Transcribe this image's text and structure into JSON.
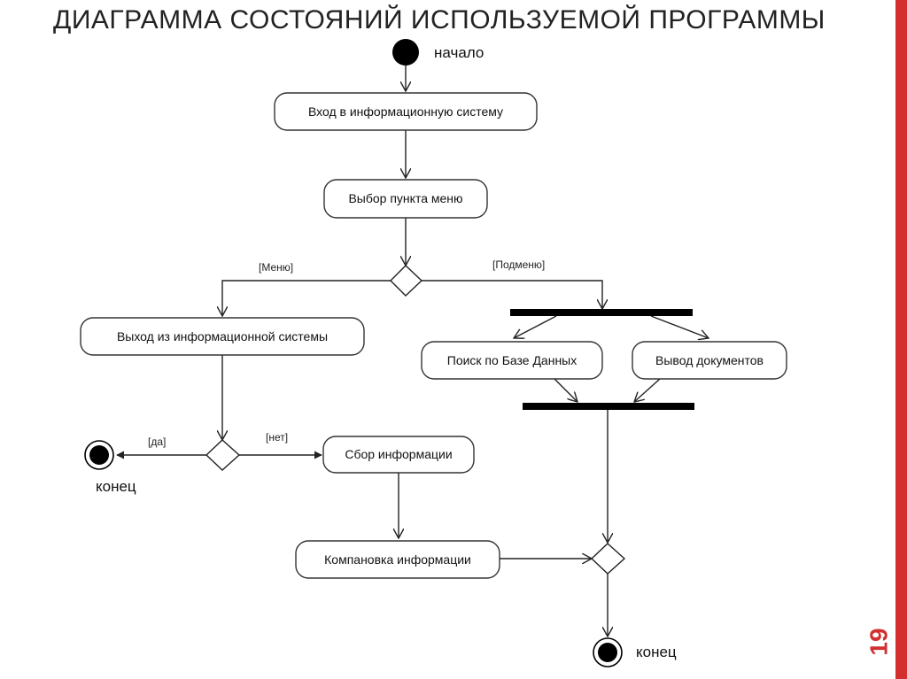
{
  "title": "ДИАГРАММА СОСТОЯНИЙ ИСПОЛЬЗУЕМОЙ ПРОГРАММЫ",
  "page_number": "19",
  "accent_color": "#d32f2f",
  "start": {
    "label": "начало"
  },
  "end_left": {
    "label": "конец"
  },
  "end_bottom": {
    "label": "конец"
  },
  "activities": {
    "login": "Вход в информационную систему",
    "menu_select": "Выбор пункта меню",
    "logout": "Выход из информационной системы",
    "db_search": "Поиск по Базе Данных",
    "doc_output": "Вывод документов",
    "collect": "Сбор информации",
    "compose": "Компановка информации"
  },
  "guards": {
    "menu": "[Меню]",
    "submenu": "[Подменю]",
    "yes": "[да]",
    "no": "[нет]"
  }
}
